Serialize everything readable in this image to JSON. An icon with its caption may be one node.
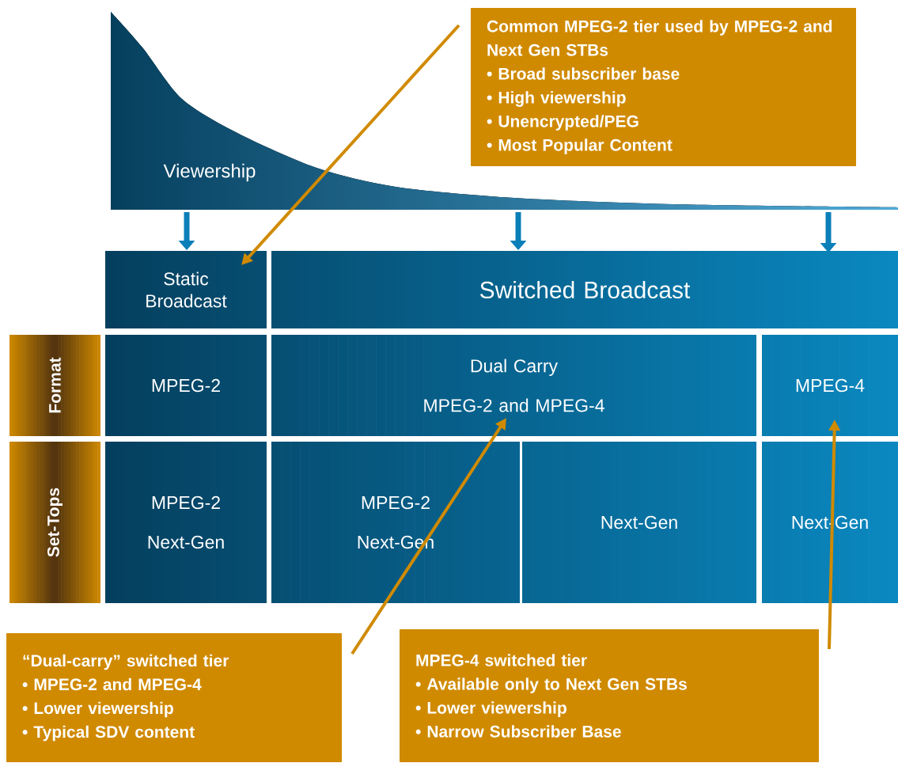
{
  "diagram": {
    "nodes": [
      {
        "text": [
          "Viewership"
        ]
      },
      {
        "text": [
          "Static Broadcast"
        ]
      },
      {
        "text": [
          "Switched Broadcast"
        ]
      },
      {
        "text": [
          "Format"
        ]
      },
      {
        "text": [
          "MPEG-2"
        ]
      },
      {
        "text": [
          "Dual Carry",
          "MPEG-2 and MPEG-4"
        ]
      },
      {
        "text": [
          "MPEG-4"
        ]
      },
      {
        "text": [
          "Set-Tops"
        ]
      },
      {
        "text": [
          "MPEG-2",
          "Next-Gen"
        ]
      },
      {
        "text": [
          "MPEG-2",
          "Next-Gen"
        ]
      },
      {
        "text": [
          "Next-Gen"
        ]
      },
      {
        "text": [
          "Next-Gen"
        ]
      },
      {
        "text": [
          "Common MPEG-2 tier used by MPEG-2 and Next Gen STBs",
          "• Broad subscriber base",
          "• High viewership",
          "• Unencrypted/PEG",
          "• Most Popular Content"
        ]
      },
      {
        "text": [
          "“Dual-carry” switched tier",
          "• MPEG-2 and MPEG-4",
          "• Lower viewership",
          "• Typical SDV content"
        ]
      },
      {
        "text": [
          "MPEG-4 switched tier",
          "• Available only to Next Gen STBs",
          "• Lower viewership",
          "• Narrow Subscriber Base"
        ]
      }
    ],
    "edges": [
      {
        "from": 0,
        "to": 1,
        "arrow": "to"
      },
      {
        "from": 0,
        "to": 2,
        "arrow": "to"
      },
      {
        "from": 0,
        "to": 2,
        "arrow": "to"
      },
      {
        "from": 12,
        "to": 1,
        "arrow": "to",
        "color": "#d08a00"
      },
      {
        "from": 13,
        "to": 5,
        "arrow": "to",
        "color": "#d08a00"
      },
      {
        "from": 14,
        "to": 6,
        "arrow": "to",
        "color": "#d08a00"
      }
    ]
  }
}
